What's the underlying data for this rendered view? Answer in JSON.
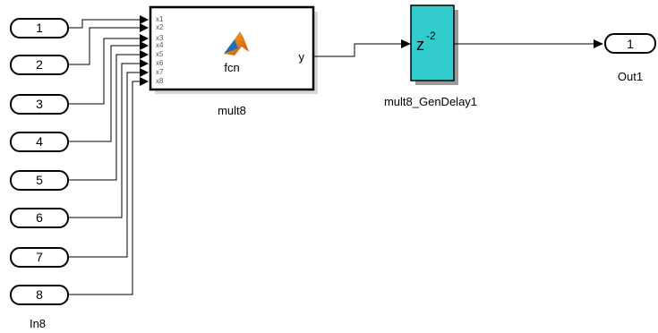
{
  "inports": [
    {
      "number": "1"
    },
    {
      "number": "2"
    },
    {
      "number": "3"
    },
    {
      "number": "4"
    },
    {
      "number": "5"
    },
    {
      "number": "6"
    },
    {
      "number": "7"
    },
    {
      "number": "8"
    }
  ],
  "inport_last_name": "In8",
  "function_block": {
    "name": "mult8",
    "label": "fcn",
    "output_label": "y",
    "input_pins": [
      "x1",
      "x2",
      "x3",
      "x4",
      "x5",
      "x6",
      "x7",
      "x8"
    ],
    "icon": "matlab-logo-icon"
  },
  "delay_block": {
    "name": "mult8_GenDelay1",
    "base": "z",
    "exponent": "-2",
    "color": "#33cccc"
  },
  "outport": {
    "number": "1",
    "name": "Out1"
  }
}
